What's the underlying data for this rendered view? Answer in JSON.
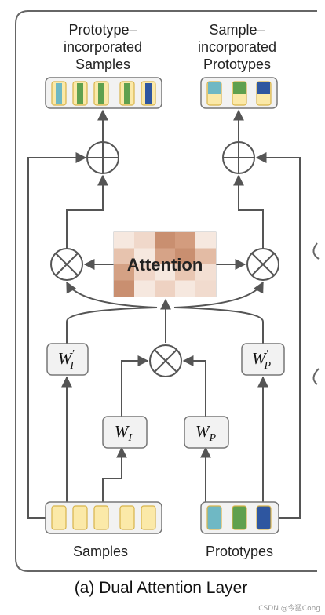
{
  "diagram": {
    "outputs": {
      "left_title_lines": [
        "Prototype–",
        "incorporated",
        "Samples"
      ],
      "right_title_lines": [
        "Sample–",
        "incorporated",
        "Prototypes"
      ]
    },
    "attention_label": "Attention",
    "weights": {
      "w_i_prime": "W",
      "w_i_prime_sub": "I",
      "w_p_prime": "W",
      "w_p_prime_sub": "P",
      "w_i": "W",
      "w_i_sub": "I",
      "w_p": "W",
      "w_p_sub": "P",
      "prime": "′"
    },
    "inputs": {
      "samples_label": "Samples",
      "prototypes_label": "Prototypes"
    },
    "colors": {
      "sample_fill": "#fbe9a8",
      "sample_stroke": "#d8b44a",
      "proto_1": "#6fb8c4",
      "proto_2": "#5fa04e",
      "proto_3": "#2e56a0",
      "attention_dark": "#c98f70",
      "attention_mid": "#e3bba4",
      "attention_light": "#f6e8df"
    }
  },
  "caption": "(a) Dual Attention Layer",
  "watermark": "CSDN @今猛Cong"
}
